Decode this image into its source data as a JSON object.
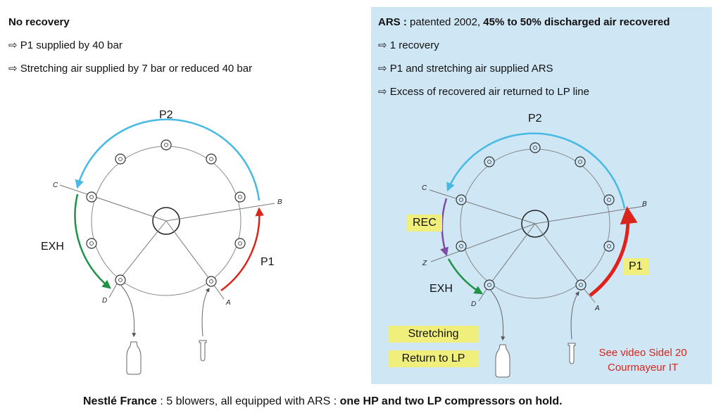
{
  "left": {
    "title": "No recovery",
    "bullets": [
      "⇨ P1 supplied by 40 bar",
      "⇨ Stretching air supplied by 7 bar or reduced 40 bar"
    ],
    "labels": {
      "p2": "P2",
      "exh": "EXH",
      "p1": "P1",
      "a": "A",
      "b": "B",
      "c": "C",
      "d": "D"
    }
  },
  "right": {
    "title_prefix": "ARS :",
    "title_middle": " patented 2002, ",
    "title_highlight": "45% to 50% discharged air recovered",
    "bullets": [
      "⇨ 1 recovery",
      "⇨ P1 and stretching air supplied ARS",
      "⇨ Excess of recovered air returned to LP line"
    ],
    "labels": {
      "p2": "P2",
      "rec": "REC",
      "exh": "EXH",
      "p1": "P1",
      "a": "A",
      "b": "B",
      "c": "C",
      "d": "D",
      "z": "Z"
    },
    "boxes": [
      "Stretching",
      "Return to LP"
    ],
    "video_note": [
      "See video  Sidel 20",
      "Courmayeur IT"
    ]
  },
  "footer": {
    "company": "Nestlé France",
    "middle": " : 5 blowers, all equipped with ARS : ",
    "highlight": "one HP and two LP compressors on hold."
  },
  "colors": {
    "p2_arc": "#47b9e3",
    "p1_arc": "#d9261c",
    "exh_arc": "#1e9246",
    "rec_arc": "#7d4da6",
    "panel_bg": "#cfe6f5",
    "yellow_box": "#f0ef7c"
  }
}
